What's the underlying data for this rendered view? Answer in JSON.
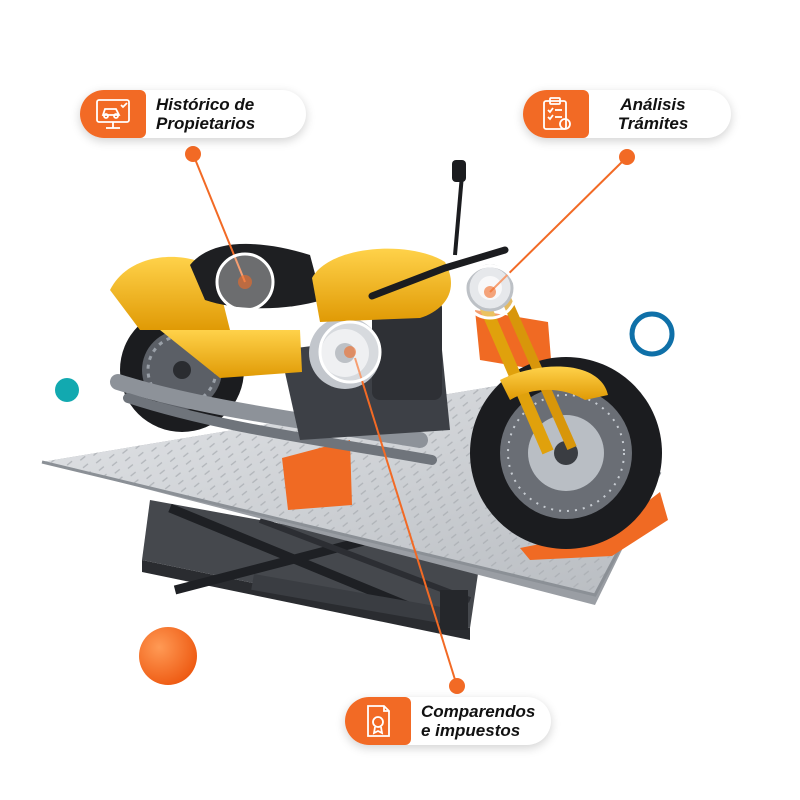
{
  "callouts": {
    "historico": {
      "label": "Histórico de\nPropietarios",
      "icon": "monitor-car-icon"
    },
    "analisis": {
      "label": "Análisis\nTrámites",
      "icon": "clipboard-check-icon"
    },
    "comparendos": {
      "label": "Comparendos\ne impuestos",
      "icon": "document-seal-icon"
    }
  },
  "colors": {
    "accent": "#f26a25",
    "motorcycle_body": "#f2b21a",
    "lift_platform": "#c9ccd0",
    "teal_dot": "#12a9b0",
    "ring": "#0f70a8"
  }
}
